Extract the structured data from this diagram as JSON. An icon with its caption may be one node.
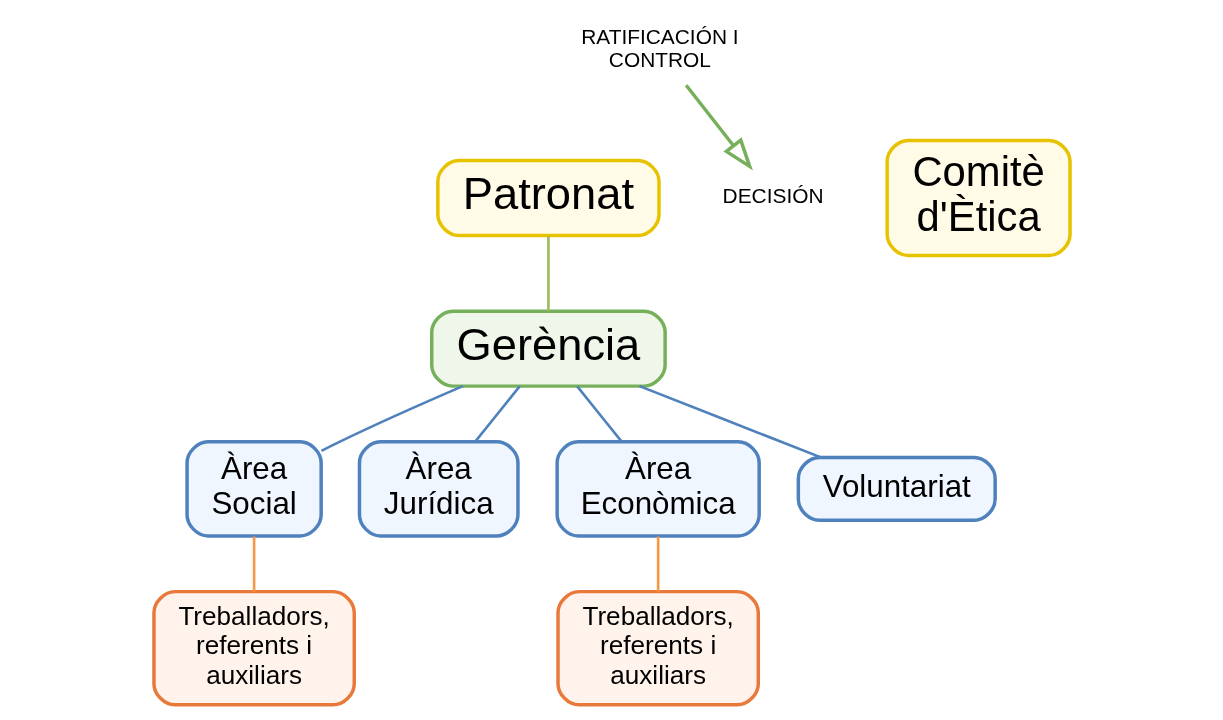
{
  "diagram": {
    "nodes": [
      {
        "text": [
          "Patronat"
        ]
      },
      {
        "text": [
          "Comitè d'Ètica"
        ]
      },
      {
        "text": [
          "Gerència"
        ]
      },
      {
        "text": [
          "Àrea Social"
        ]
      },
      {
        "text": [
          "Àrea Jurídica"
        ]
      },
      {
        "text": [
          "Àrea Econòmica"
        ]
      },
      {
        "text": [
          "Voluntariat"
        ]
      },
      {
        "text": [
          "Treballadors, referents i auxiliars"
        ]
      },
      {
        "text": [
          "Treballadors, referents i auxiliars"
        ]
      }
    ],
    "edges": [
      {
        "from": 0,
        "to": 2,
        "arrow": "none",
        "color": "#9bbb59"
      },
      {
        "from": 2,
        "to": 3,
        "arrow": "none"
      },
      {
        "from": 2,
        "to": 4,
        "arrow": "none"
      },
      {
        "from": 2,
        "to": 5,
        "arrow": "none"
      },
      {
        "from": 2,
        "to": 6,
        "arrow": "none"
      },
      {
        "from": 3,
        "to": 7,
        "arrow": "none",
        "color": "#f79646"
      },
      {
        "from": 5,
        "to": 8,
        "arrow": "none",
        "color": "#f79646"
      }
    ],
    "labels": [
      "RATIFICACIÓN I CONTROL",
      "DECISIÓN"
    ]
  }
}
